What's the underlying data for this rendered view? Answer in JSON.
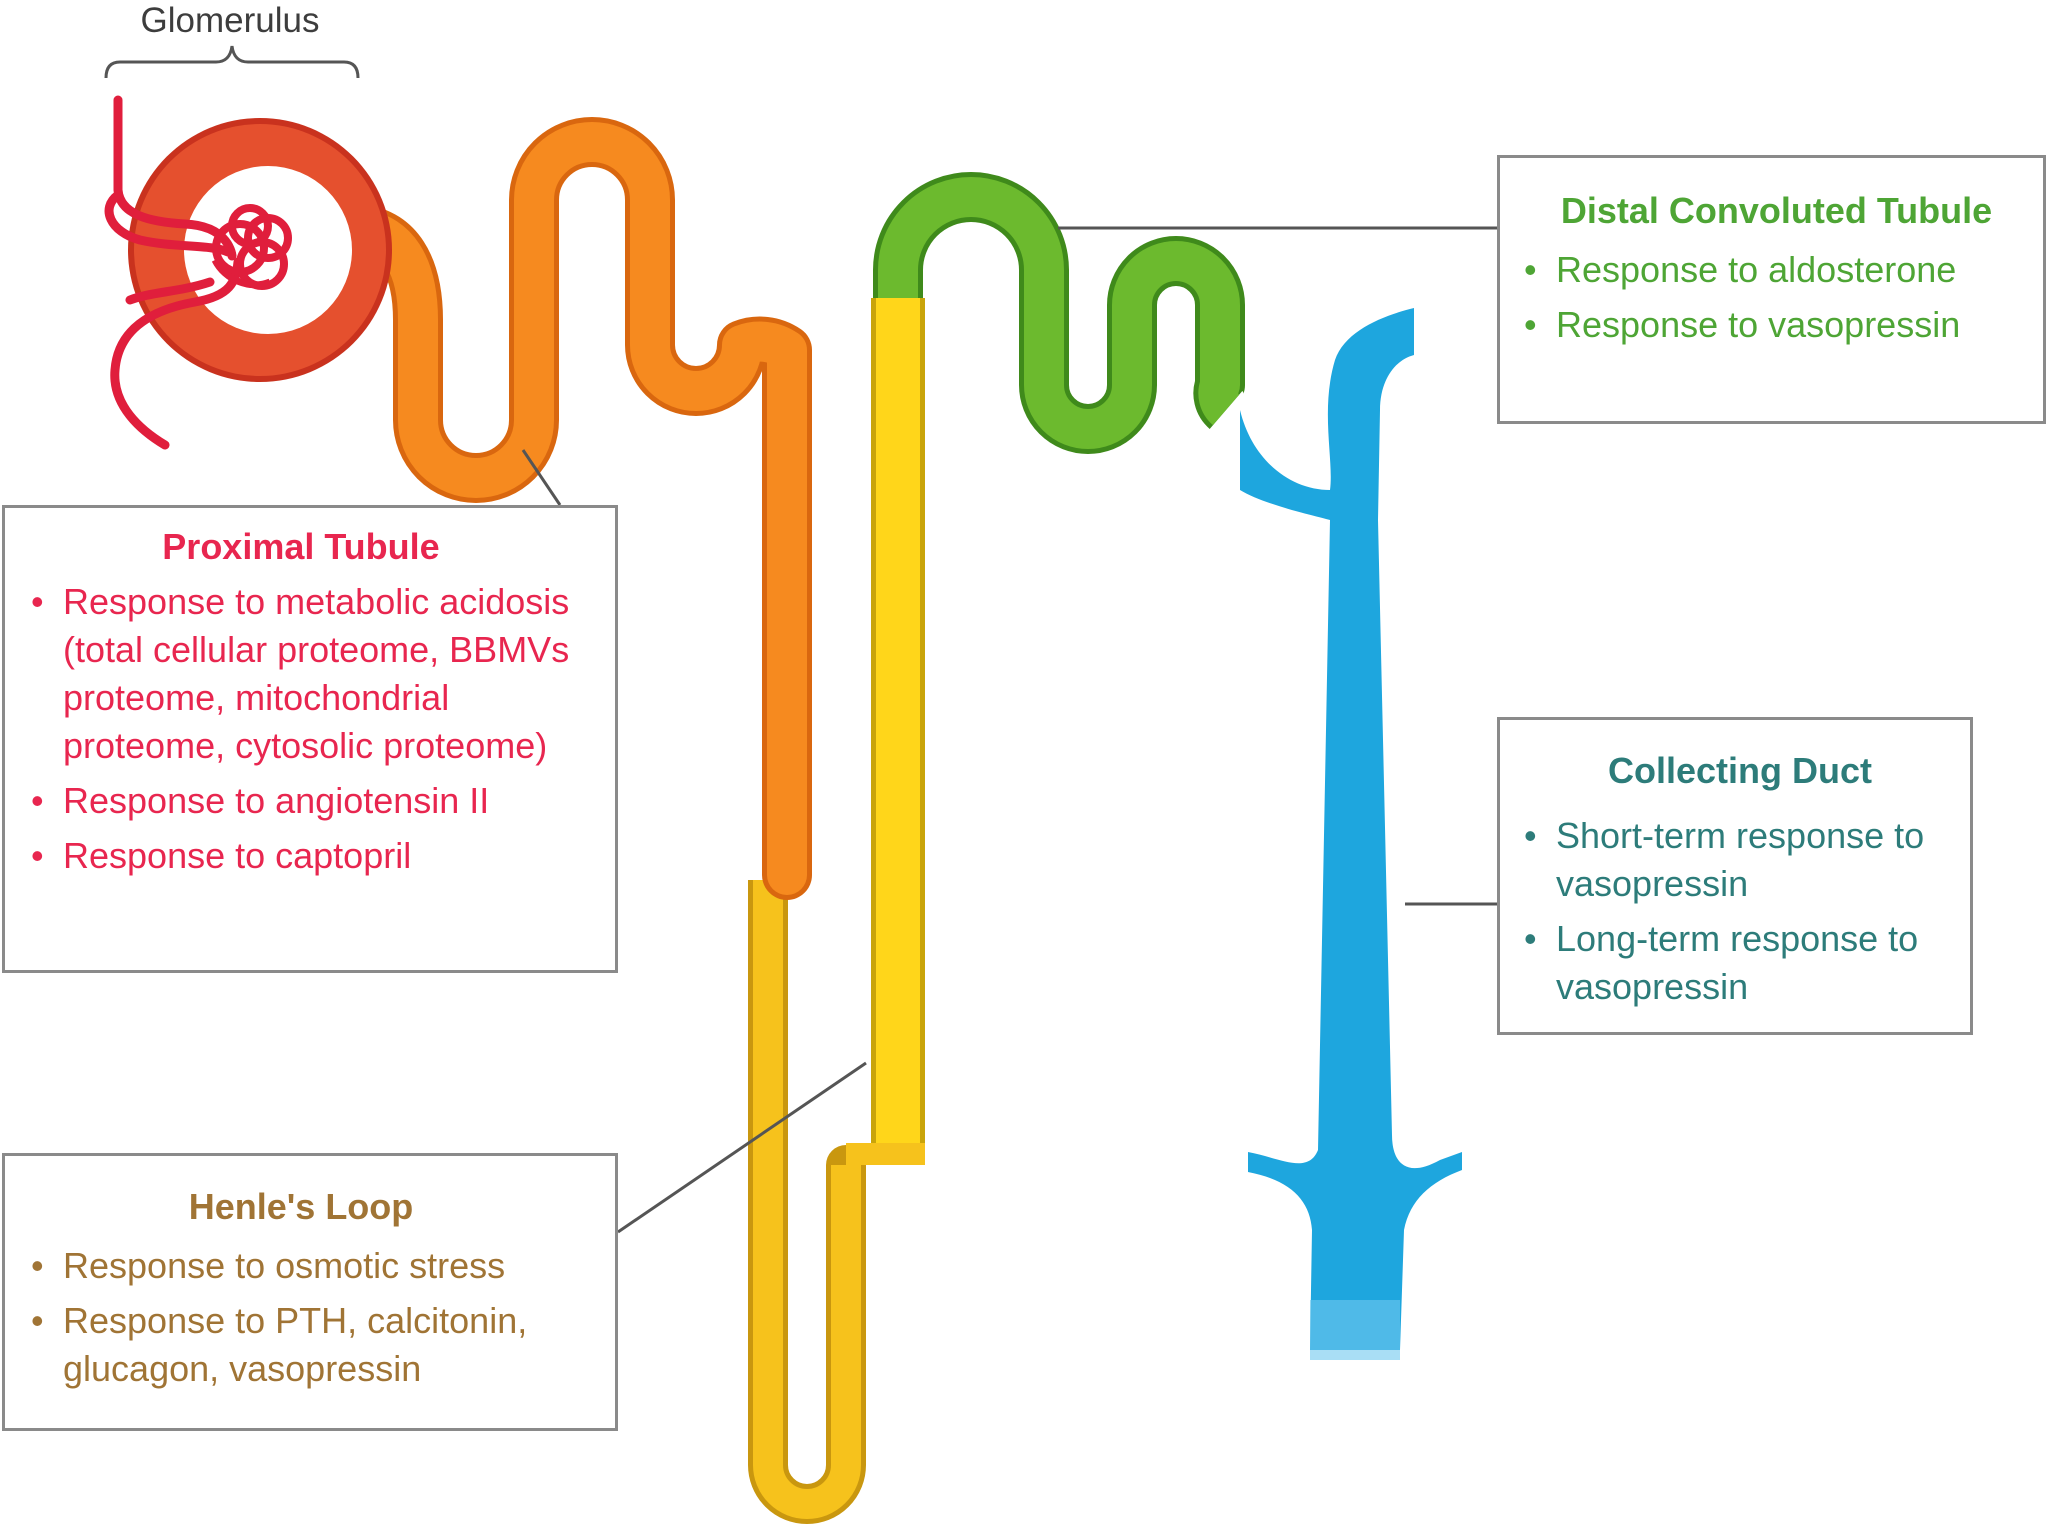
{
  "glomerulus": {
    "label": "Glomerulus"
  },
  "colors": {
    "glomerulus": "#e03a2a",
    "proximal": "#f68a1f",
    "henle": "#f8c41e",
    "distal": "#6cba2e",
    "collecting": "#1aa6e0",
    "leader_line": "#555555",
    "box_border": "#8a8a8a"
  },
  "proximal_tubule": {
    "title": "Proximal Tubule",
    "items": [
      "Response to metabolic acidosis (total cellular proteome, BBMVs proteome, mitochondrial proteome, cytosolic proteome)",
      "Response to angiotensin II",
      "Response to captopril"
    ]
  },
  "henle_loop": {
    "title": "Henle's Loop",
    "items": [
      "Response to osmotic stress",
      "Response to PTH, calcitonin, glucagon, vasopressin"
    ]
  },
  "distal_tubule": {
    "title": "Distal Convoluted Tubule",
    "items": [
      "Response to aldosterone",
      "Response to vasopressin"
    ]
  },
  "collecting_duct": {
    "title": "Collecting Duct",
    "items": [
      "Short-term response to vasopressin",
      "Long-term response to vasopressin"
    ]
  }
}
